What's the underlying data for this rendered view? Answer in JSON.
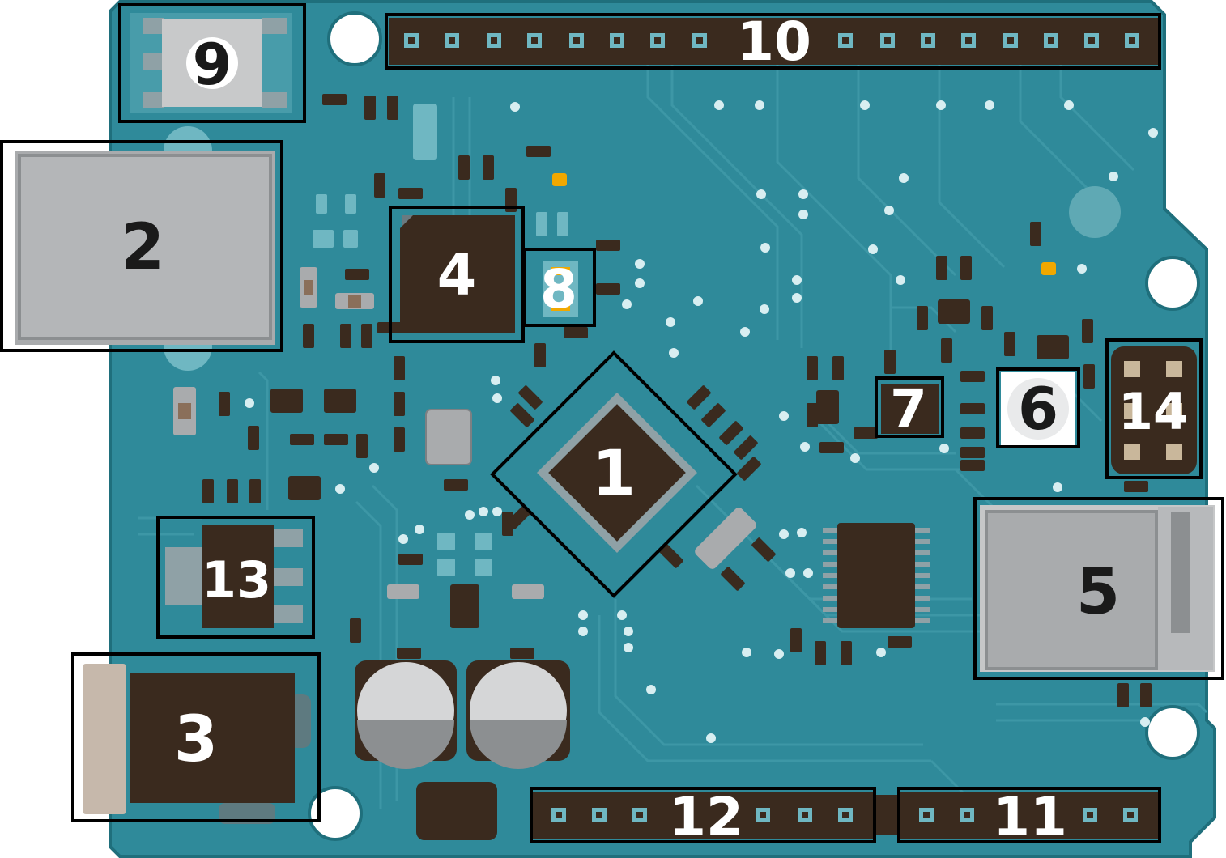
{
  "colors": {
    "board": "#2f8a9a",
    "board_edge": "#1f6f7c",
    "trace": "#3d97a6",
    "chip": "#3a2a1e",
    "metal": "#a9abad",
    "metal_dark": "#8c8f91",
    "pad": "#6fb7c2",
    "led": "#f1a800",
    "outline": "#000000",
    "label_dark": "#1a1a1a",
    "label_light": "#ffffff"
  },
  "callouts": [
    {
      "id": "1",
      "name": "callout-1",
      "label": "1",
      "label_color": "light"
    },
    {
      "id": "2",
      "name": "callout-2",
      "label": "2",
      "label_color": "dark"
    },
    {
      "id": "3",
      "name": "callout-3",
      "label": "3",
      "label_color": "light"
    },
    {
      "id": "4",
      "name": "callout-4",
      "label": "4",
      "label_color": "light"
    },
    {
      "id": "5",
      "name": "callout-5",
      "label": "5",
      "label_color": "dark"
    },
    {
      "id": "6",
      "name": "callout-6",
      "label": "6",
      "label_color": "dark"
    },
    {
      "id": "7",
      "name": "callout-7",
      "label": "7",
      "label_color": "light"
    },
    {
      "id": "8",
      "name": "callout-8",
      "label": "8",
      "label_color": "light"
    },
    {
      "id": "9",
      "name": "callout-9",
      "label": "9",
      "label_color": "dark"
    },
    {
      "id": "10",
      "name": "callout-10",
      "label": "10",
      "label_color": "light"
    },
    {
      "id": "11",
      "name": "callout-11",
      "label": "11",
      "label_color": "light"
    },
    {
      "id": "12",
      "name": "callout-12",
      "label": "12",
      "label_color": "light"
    },
    {
      "id": "13",
      "name": "callout-13",
      "label": "13",
      "label_color": "light"
    },
    {
      "id": "14",
      "name": "callout-14",
      "label": "14",
      "label_color": "light"
    }
  ]
}
